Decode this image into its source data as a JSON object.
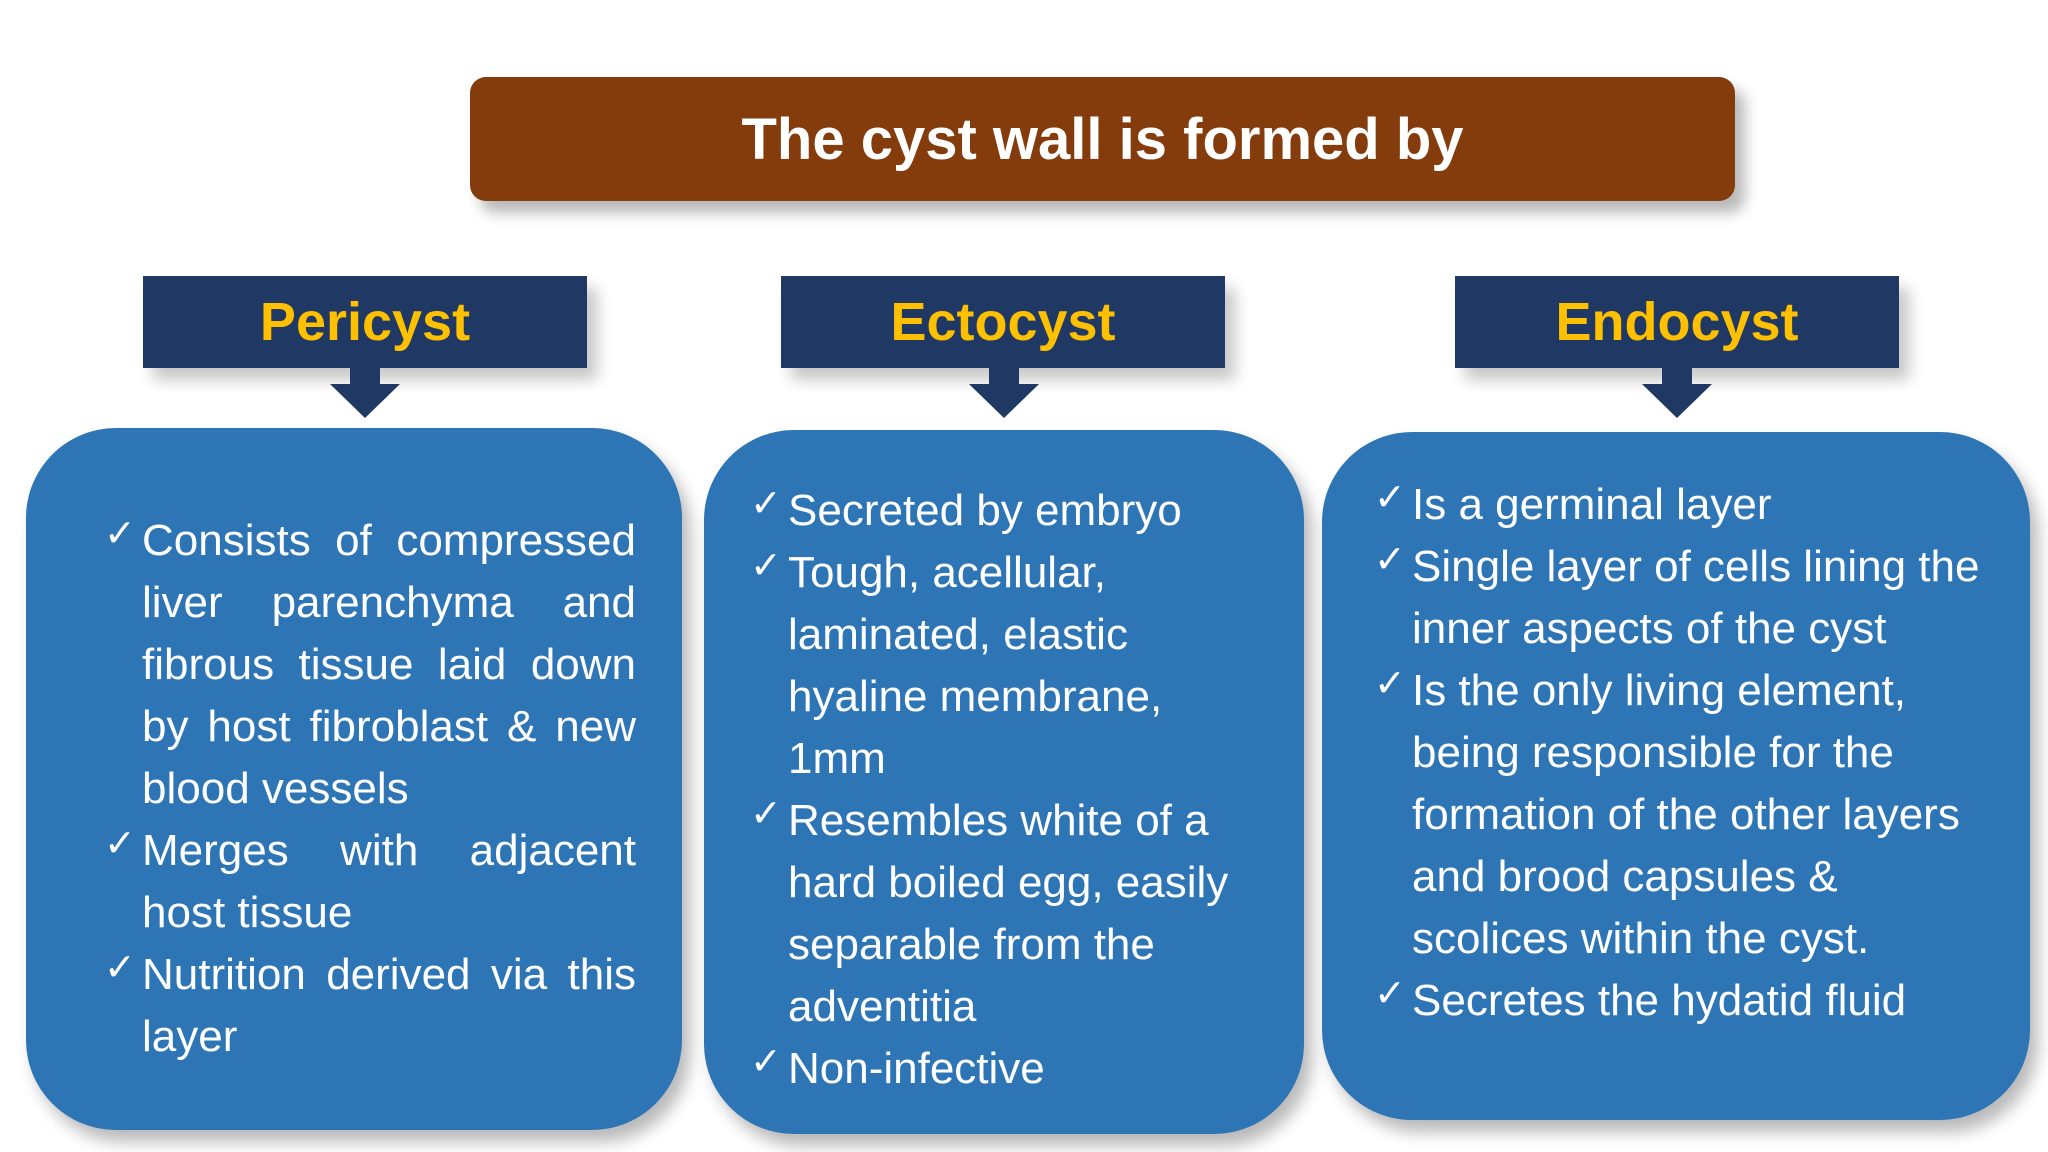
{
  "title": "The cyst wall is formed by",
  "colors": {
    "title_bg": "#843C0C",
    "header_bg": "#1F3864",
    "header_text": "#FFC000",
    "box_bg": "#2E75B6",
    "box_text": "#FFFFFF"
  },
  "columns": [
    {
      "header": "Pericyst",
      "items": [
        "Consists of compressed liver parenchyma and fibrous tissue laid down by host fibroblast & new blood vessels",
        "Merges with adjacent host tissue",
        "Nutrition derived via this layer"
      ]
    },
    {
      "header": "Ectocyst",
      "items": [
        "Secreted by embryo",
        "Tough, acellular, laminated, elastic hyaline membrane, 1mm",
        "Resembles white of a hard boiled egg, easily separable from the adventitia",
        "Non-infective"
      ]
    },
    {
      "header": "Endocyst",
      "items": [
        "Is a germinal layer",
        "Single layer of cells lining the inner aspects of the cyst",
        "Is the only living element, being responsible for the formation of the other layers and brood capsules & scolices within the cyst.",
        "Secretes the hydatid fluid"
      ]
    }
  ]
}
